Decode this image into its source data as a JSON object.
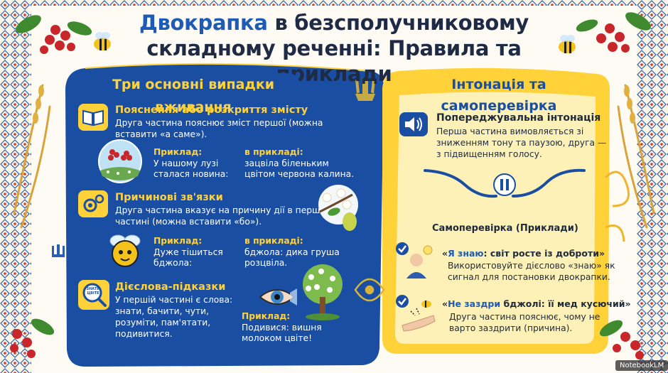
{
  "title": {
    "accent": "Двокрапка",
    "line1_rest": " в безсполучниковому",
    "line2": "складному реченні: Правила та приклади"
  },
  "left": {
    "heading": "Три основні випадки вживання",
    "case1": {
      "title": "Пояснення або розкриття змісту",
      "text_line1": "Друга частина пояснює зміст першої (можна",
      "text_line2": "вставити «а саме»).",
      "example_label": "Приклад:",
      "example_line1": "У нашому лузі",
      "example_line2": "сталася новина:",
      "in_example_label": "в прикладі:",
      "in_example_line1": "зацвіла біленьким",
      "in_example_line2": "цвітом червона калина."
    },
    "case2": {
      "title": "Причинові зв'язки",
      "text_line1": "Друга частина вказує на причину дії в першій",
      "text_line2": "частині (можна вставити «бо»).",
      "example_label": "Приклад:",
      "example_line1": "Дуже тішиться",
      "example_line2": "бджола:",
      "in_example_label": "в прикладі:",
      "in_example_line1": "бджола: дика груша",
      "in_example_line2": "розцвіла."
    },
    "case3": {
      "title": "Дієслова-підказки",
      "icon_caption_line1": "ЗНАТИ",
      "icon_caption_line2": "ЦВІТЕ",
      "text_line1": "У першій частині є слова:",
      "text_line2": "знати, бачити, чути,",
      "text_line3": "розуміти, пам'ятати,",
      "text_line4": "подивитися.",
      "example_label": "Приклад:",
      "example_line1": "Подивися: вишня",
      "example_line2": "молоком цвіте!"
    }
  },
  "right": {
    "heading": "Інтонація та самоперевірка",
    "intonation_title": "Попереджувальна інтонація",
    "intonation_line1": "Перша частина вимовляється зі",
    "intonation_line2": "зниженням тону та паузою, друга —",
    "intonation_line3": "з підвищенням голосу.",
    "check_title": "Самоперевірка (Приклади)",
    "check1": {
      "quote_open": "«",
      "quote_blue": "Я знаю",
      "quote_rest": ": світ росте із доброти»",
      "line1": "Використовуйте дієслово «знаю» як",
      "line2": "сигнал для постановки двокрапки."
    },
    "check2": {
      "quote_open": "«",
      "quote_blue": "Не заздри",
      "quote_rest": " бджолі: її мед кусючий»",
      "line1": "Друга частина пояснює, чому не",
      "line2": "варто заздрити (причина)."
    }
  },
  "watermark": "NotebookLM",
  "colors": {
    "navy": "#1a4ea3",
    "yellow": "#ffd23a",
    "cream": "#fdf1b8",
    "text_dark": "#1d2a3c"
  }
}
